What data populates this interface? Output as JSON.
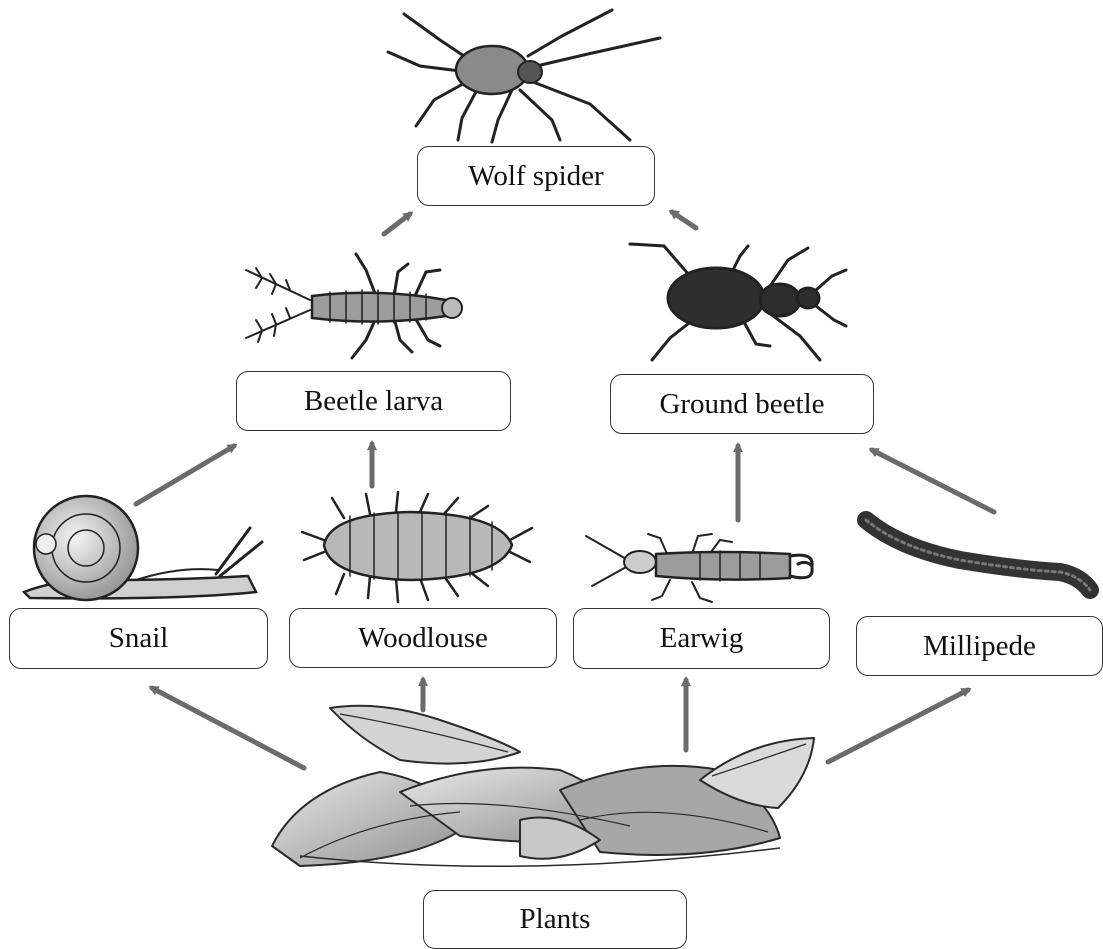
{
  "diagram": {
    "title": "",
    "nodes": {
      "wolf_spider": "Wolf spider",
      "beetle_larva": "Beetle larva",
      "ground_beetle": "Ground beetle",
      "snail": "Snail",
      "woodlouse": "Woodlouse",
      "earwig": "Earwig",
      "millipede": "Millipede",
      "plants": "Plants"
    },
    "edges": [
      {
        "from": "Plants",
        "to": "Snail"
      },
      {
        "from": "Plants",
        "to": "Woodlouse"
      },
      {
        "from": "Plants",
        "to": "Earwig"
      },
      {
        "from": "Plants",
        "to": "Millipede"
      },
      {
        "from": "Snail",
        "to": "Beetle larva"
      },
      {
        "from": "Woodlouse",
        "to": "Beetle larva"
      },
      {
        "from": "Earwig",
        "to": "Ground beetle"
      },
      {
        "from": "Millipede",
        "to": "Ground beetle"
      },
      {
        "from": "Beetle larva",
        "to": "Wolf spider"
      },
      {
        "from": "Ground beetle",
        "to": "Wolf spider"
      }
    ],
    "illustrations": [
      "wolf-spider",
      "beetle-larva",
      "ground-beetle",
      "snail",
      "woodlouse",
      "earwig",
      "millipede",
      "leaf-litter"
    ],
    "arrow_color": "#6b6b6b",
    "ink_color": "#222222"
  }
}
